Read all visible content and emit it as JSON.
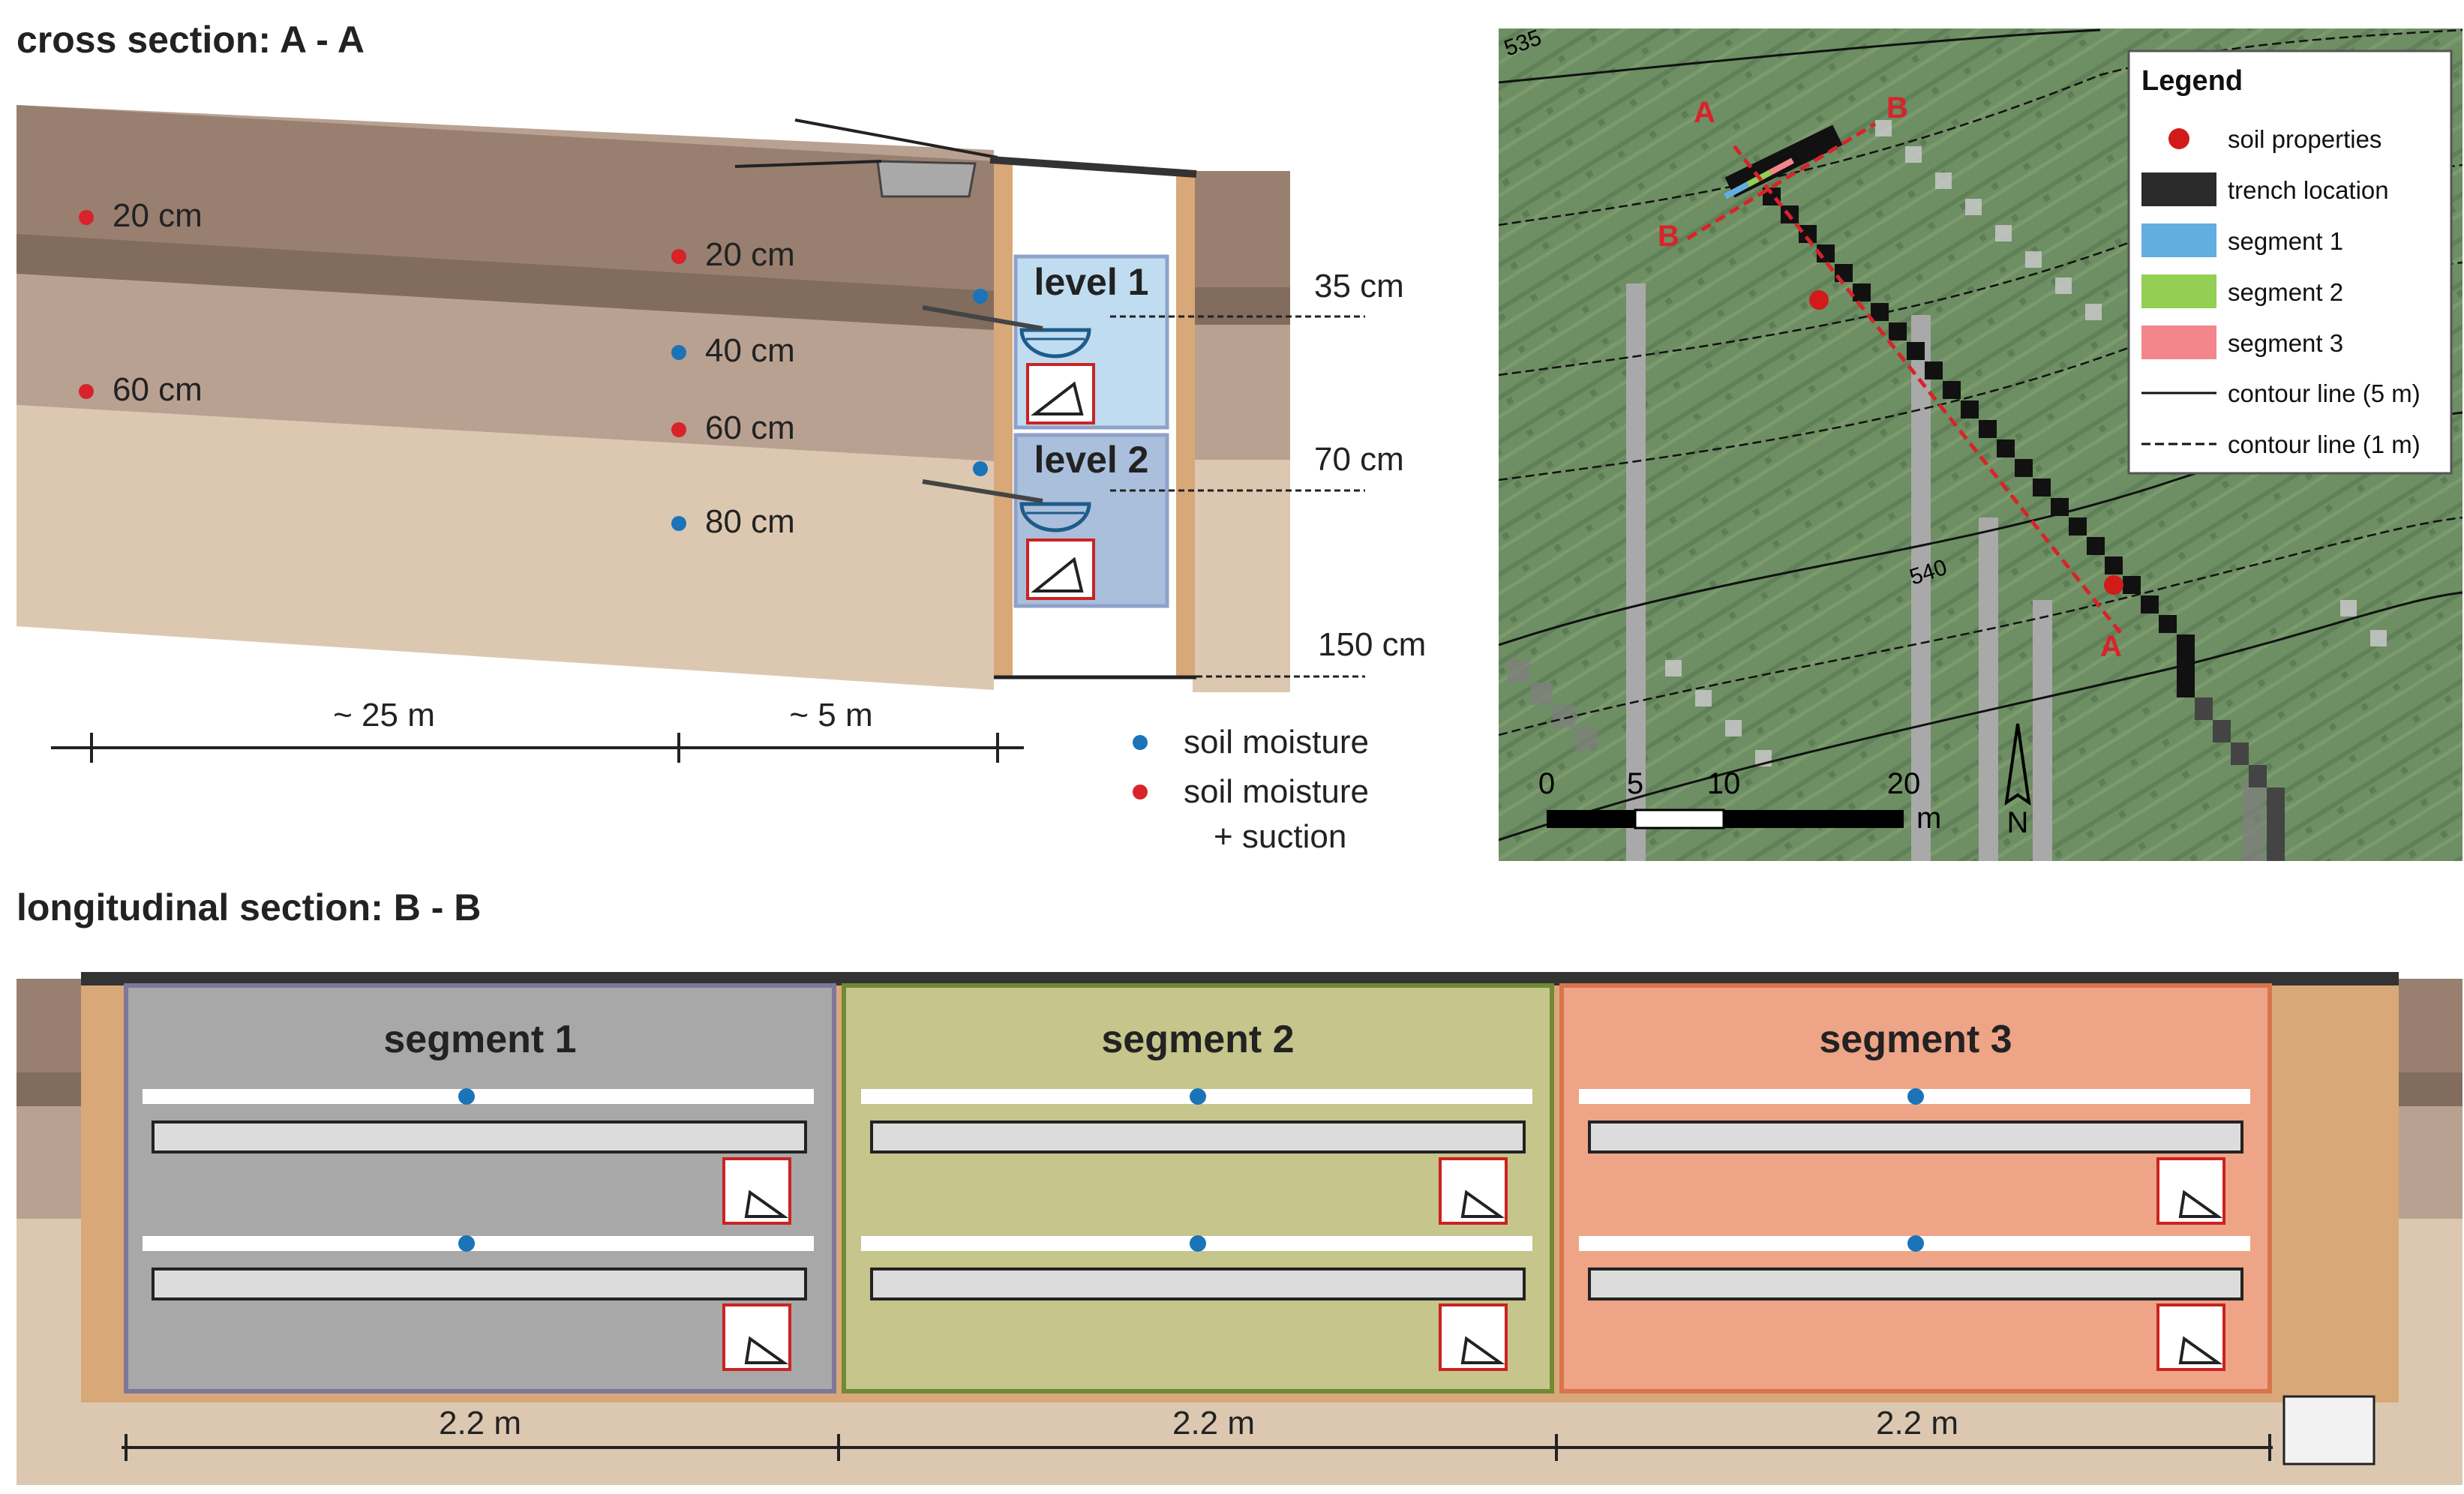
{
  "cross_section": {
    "title": "cross section: A - A",
    "left_depths": [
      "20 cm",
      "60 cm"
    ],
    "mid_depths": [
      {
        "label": "20 cm",
        "type": "suction"
      },
      {
        "label": "40 cm",
        "type": "moisture"
      },
      {
        "label": "60 cm",
        "type": "suction"
      },
      {
        "label": "80 cm",
        "type": "moisture"
      }
    ],
    "levels": [
      "level 1",
      "level 2"
    ],
    "depth_marks": [
      "35 cm",
      "70 cm",
      "150 cm"
    ],
    "distances": [
      "~ 25 m",
      "~ 5 m"
    ],
    "sensor_legend": {
      "moisture": "soil moisture",
      "suction_line1": "soil moisture",
      "suction_line2": "+ suction"
    }
  },
  "map": {
    "legend_title": "Legend",
    "legend_items": [
      {
        "label": "soil properties",
        "color": "#d11a1a"
      },
      {
        "label": "trench location",
        "color": "#2b2b2b"
      },
      {
        "label": "segment 1",
        "color": "#62aee0"
      },
      {
        "label": "segment 2",
        "color": "#92cf52"
      },
      {
        "label": "segment 3",
        "color": "#f2868b"
      },
      {
        "label": "contour line (5 m)"
      },
      {
        "label": "contour line (1 m)"
      }
    ],
    "contour_labels": [
      "535",
      "540"
    ],
    "section_marks": [
      "A",
      "B",
      "B",
      "A"
    ],
    "scale_ticks": [
      "0",
      "5",
      "10",
      "20"
    ],
    "scale_unit": "m",
    "north": "N"
  },
  "longitudinal": {
    "title": "longitudinal section: B - B",
    "segments": [
      {
        "label": "segment 1",
        "fill": "#a8a8a8",
        "border": "#7e779a"
      },
      {
        "label": "segment 2",
        "fill": "#c5c58c",
        "border": "#6f8a34"
      },
      {
        "label": "segment 3",
        "fill": "#eea487",
        "border": "#d9754d"
      }
    ],
    "lengths": [
      "2.2 m",
      "2.2 m",
      "2.2 m"
    ]
  },
  "colors": {
    "topsoil": "#987f6f",
    "topsoil_dark": "#826c5e",
    "subsoil": "#b9a192",
    "deep": "#dcc8b1",
    "trench_wall": "#d9a878",
    "moisture_dot": "#1b74b8",
    "suction_dot": "#d8232a"
  }
}
